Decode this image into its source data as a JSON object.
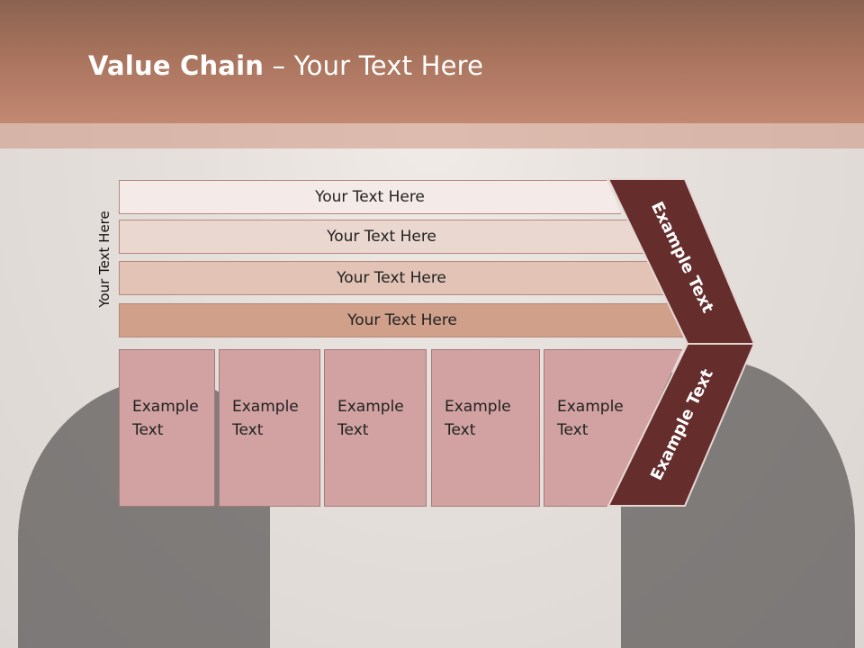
{
  "slide": {
    "title_bold": "Value Chain",
    "title_rest": " – Your Text Here",
    "side_label": "Your Text Here"
  },
  "support_rows": [
    {
      "label": "Your Text Here",
      "color": "#f4ebe8"
    },
    {
      "label": "Your Text Here",
      "color": "#ead7d0"
    },
    {
      "label": "Your Text Here",
      "color": "#e2c3b6"
    },
    {
      "label": "Your Text Here",
      "color": "#d0a08b"
    }
  ],
  "primary_boxes": [
    {
      "line1": "Example",
      "line2": "Text"
    },
    {
      "line1": "Example",
      "line2": "Text"
    },
    {
      "line1": "Example",
      "line2": "Text"
    },
    {
      "line1": "Example",
      "line2": "Text"
    },
    {
      "line1": "Example",
      "line2": "Text"
    }
  ],
  "chevron": {
    "upper_text": "Example Text",
    "lower_text": "Example Text",
    "color": "#652e2d",
    "border": "#e6d6d2"
  },
  "colors": {
    "header": "#a8735d",
    "box_fill": "#d1a2a1"
  }
}
